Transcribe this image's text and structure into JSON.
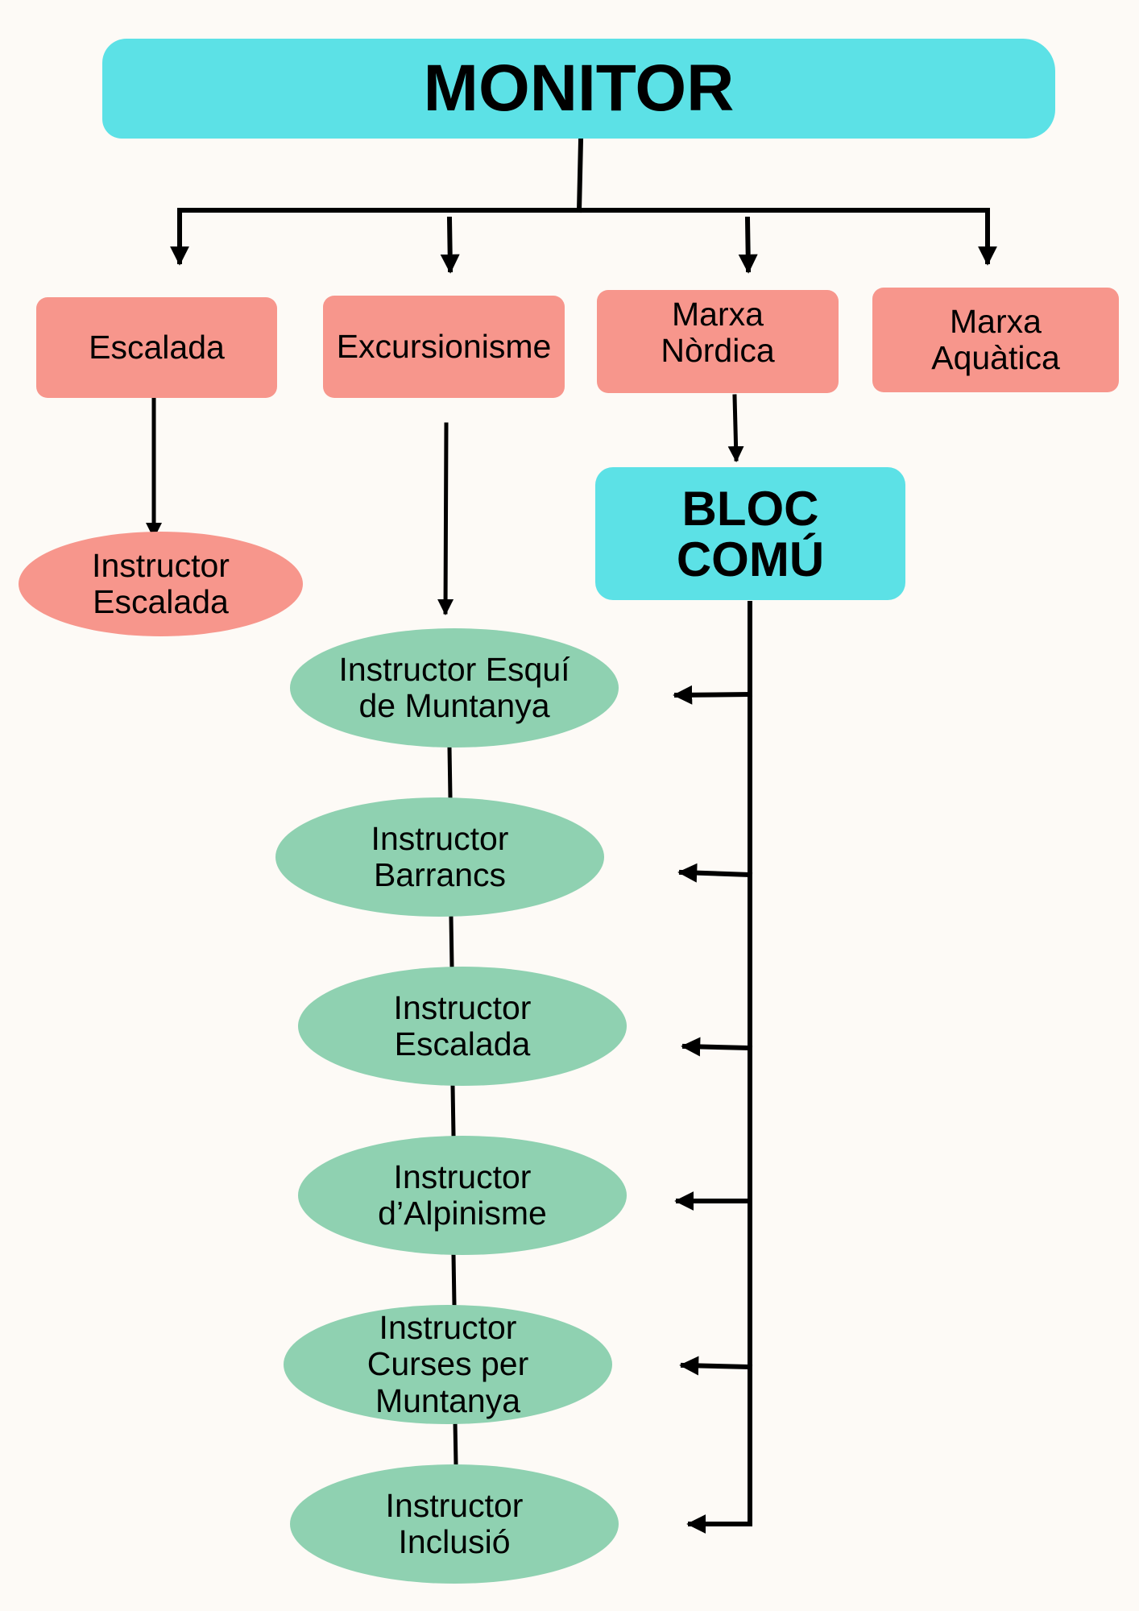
{
  "root": {
    "label": "MONITOR"
  },
  "categories": [
    {
      "id": "escalada",
      "label": "Escalada"
    },
    {
      "id": "excursionisme",
      "label": "Excursionisme"
    },
    {
      "id": "marxa-nordica",
      "label": "Marxa\nNòrdica"
    },
    {
      "id": "marxa-aquatica",
      "label": "Marxa\nAquàtica"
    }
  ],
  "escalada_child": {
    "label": "Instructor\nEscalada"
  },
  "bloc_comu": {
    "label": "BLOC\nCOMÚ"
  },
  "instructors": [
    {
      "label": "Instructor Esquí\nde Muntanya"
    },
    {
      "label": "Instructor\nBarrancs"
    },
    {
      "label": "Instructor\nEscalada"
    },
    {
      "label": "Instructor\nd’Alpinisme"
    },
    {
      "label": "Instructor\nCurses per\nMuntanya"
    },
    {
      "label": "Instructor\nInclusió"
    }
  ],
  "colors": {
    "cyan": "#5ce1e6",
    "pink": "#f7968c",
    "green": "#8fd1b1",
    "background": "#fdfaf6",
    "line": "#000000"
  }
}
